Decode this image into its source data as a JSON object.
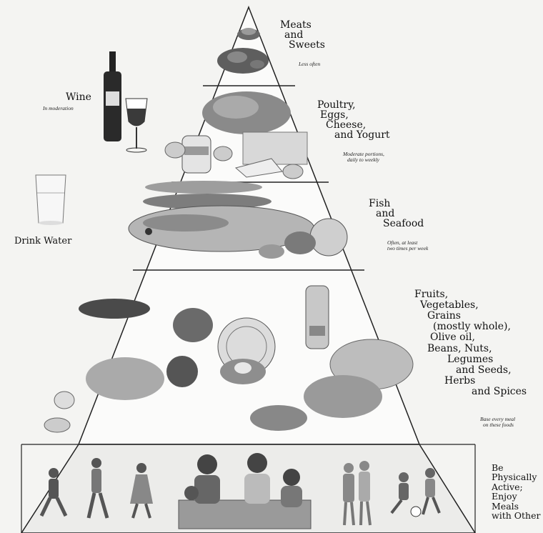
{
  "tiers": [
    {
      "id": "meats-sweets",
      "lines": [
        "Meats",
        "and",
        "Sweets"
      ],
      "note_lines": [
        "Less often"
      ]
    },
    {
      "id": "poultry",
      "lines": [
        "Poultry,",
        "Eggs,",
        "Cheese,",
        "and Yogurt"
      ],
      "note_lines": [
        "Moderate portions,",
        "daily to weekly"
      ]
    },
    {
      "id": "fish",
      "lines": [
        "Fish",
        "and",
        "Seafood"
      ],
      "note_lines": [
        "Often, at least",
        "two times per week"
      ]
    },
    {
      "id": "plants",
      "lines": [
        "Fruits,",
        "Vegetables,",
        "Grains",
        "(mostly whole),",
        "Olive oil,",
        "Beans, Nuts,",
        "Legumes",
        "and Seeds,",
        "Herbs",
        "and Spices"
      ],
      "note_lines": [
        "Base every meal",
        "on these foods"
      ]
    }
  ],
  "side": {
    "wine": {
      "title": "Wine",
      "note": "In moderation"
    },
    "water": {
      "title": "Drink Water"
    }
  },
  "base": {
    "lines": [
      "Be",
      "Physically",
      "Active;",
      "Enjoy",
      "Meals",
      "with Other"
    ]
  },
  "icons": [
    "meat-icon",
    "poultry-icon",
    "fish-icon",
    "vegetables-icon",
    "wine-bottle-icon",
    "wine-glass-icon",
    "water-glass-icon",
    "dancers-icon",
    "family-meal-icon",
    "soccer-icon"
  ]
}
